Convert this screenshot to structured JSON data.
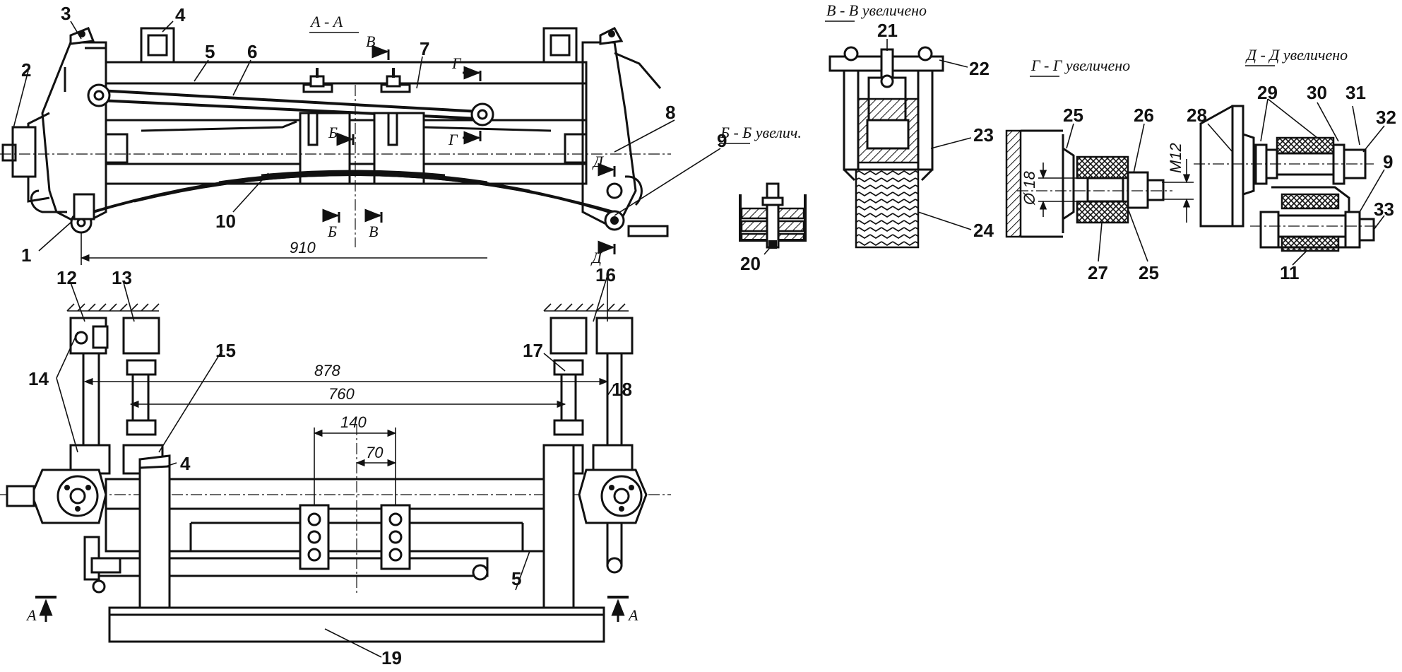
{
  "diagram": {
    "sections": {
      "aa": "А - А",
      "vv": "В - В увеличено",
      "bb": "Б - Б увелич.",
      "gg": "Г - Г увеличено",
      "dd": "Д - Д увеличено"
    },
    "cut_marks": {
      "v": "В",
      "g": "Г",
      "b": "Б",
      "d": "Д",
      "a": "А"
    },
    "dimensions": {
      "d910": "910",
      "d878": "878",
      "d760": "760",
      "d140": "140",
      "d70": "70",
      "d18": "Ø 18",
      "m12": "M12"
    },
    "callouts": {
      "n1": "1",
      "n2": "2",
      "n3": "3",
      "n4": "4",
      "n5": "5",
      "n6": "6",
      "n7": "7",
      "n8": "8",
      "n9": "9",
      "n10": "10",
      "n11": "11",
      "n12": "12",
      "n13": "13",
      "n14": "14",
      "n15": "15",
      "n16": "16",
      "n17": "17",
      "n18": "18",
      "n19": "19",
      "n20": "20",
      "n21": "21",
      "n22": "22",
      "n23": "23",
      "n24": "24",
      "n25": "25",
      "n26": "26",
      "n27": "27",
      "n28": "28",
      "n29": "29",
      "n30": "30",
      "n31": "31",
      "n32": "32",
      "n33": "33"
    }
  }
}
